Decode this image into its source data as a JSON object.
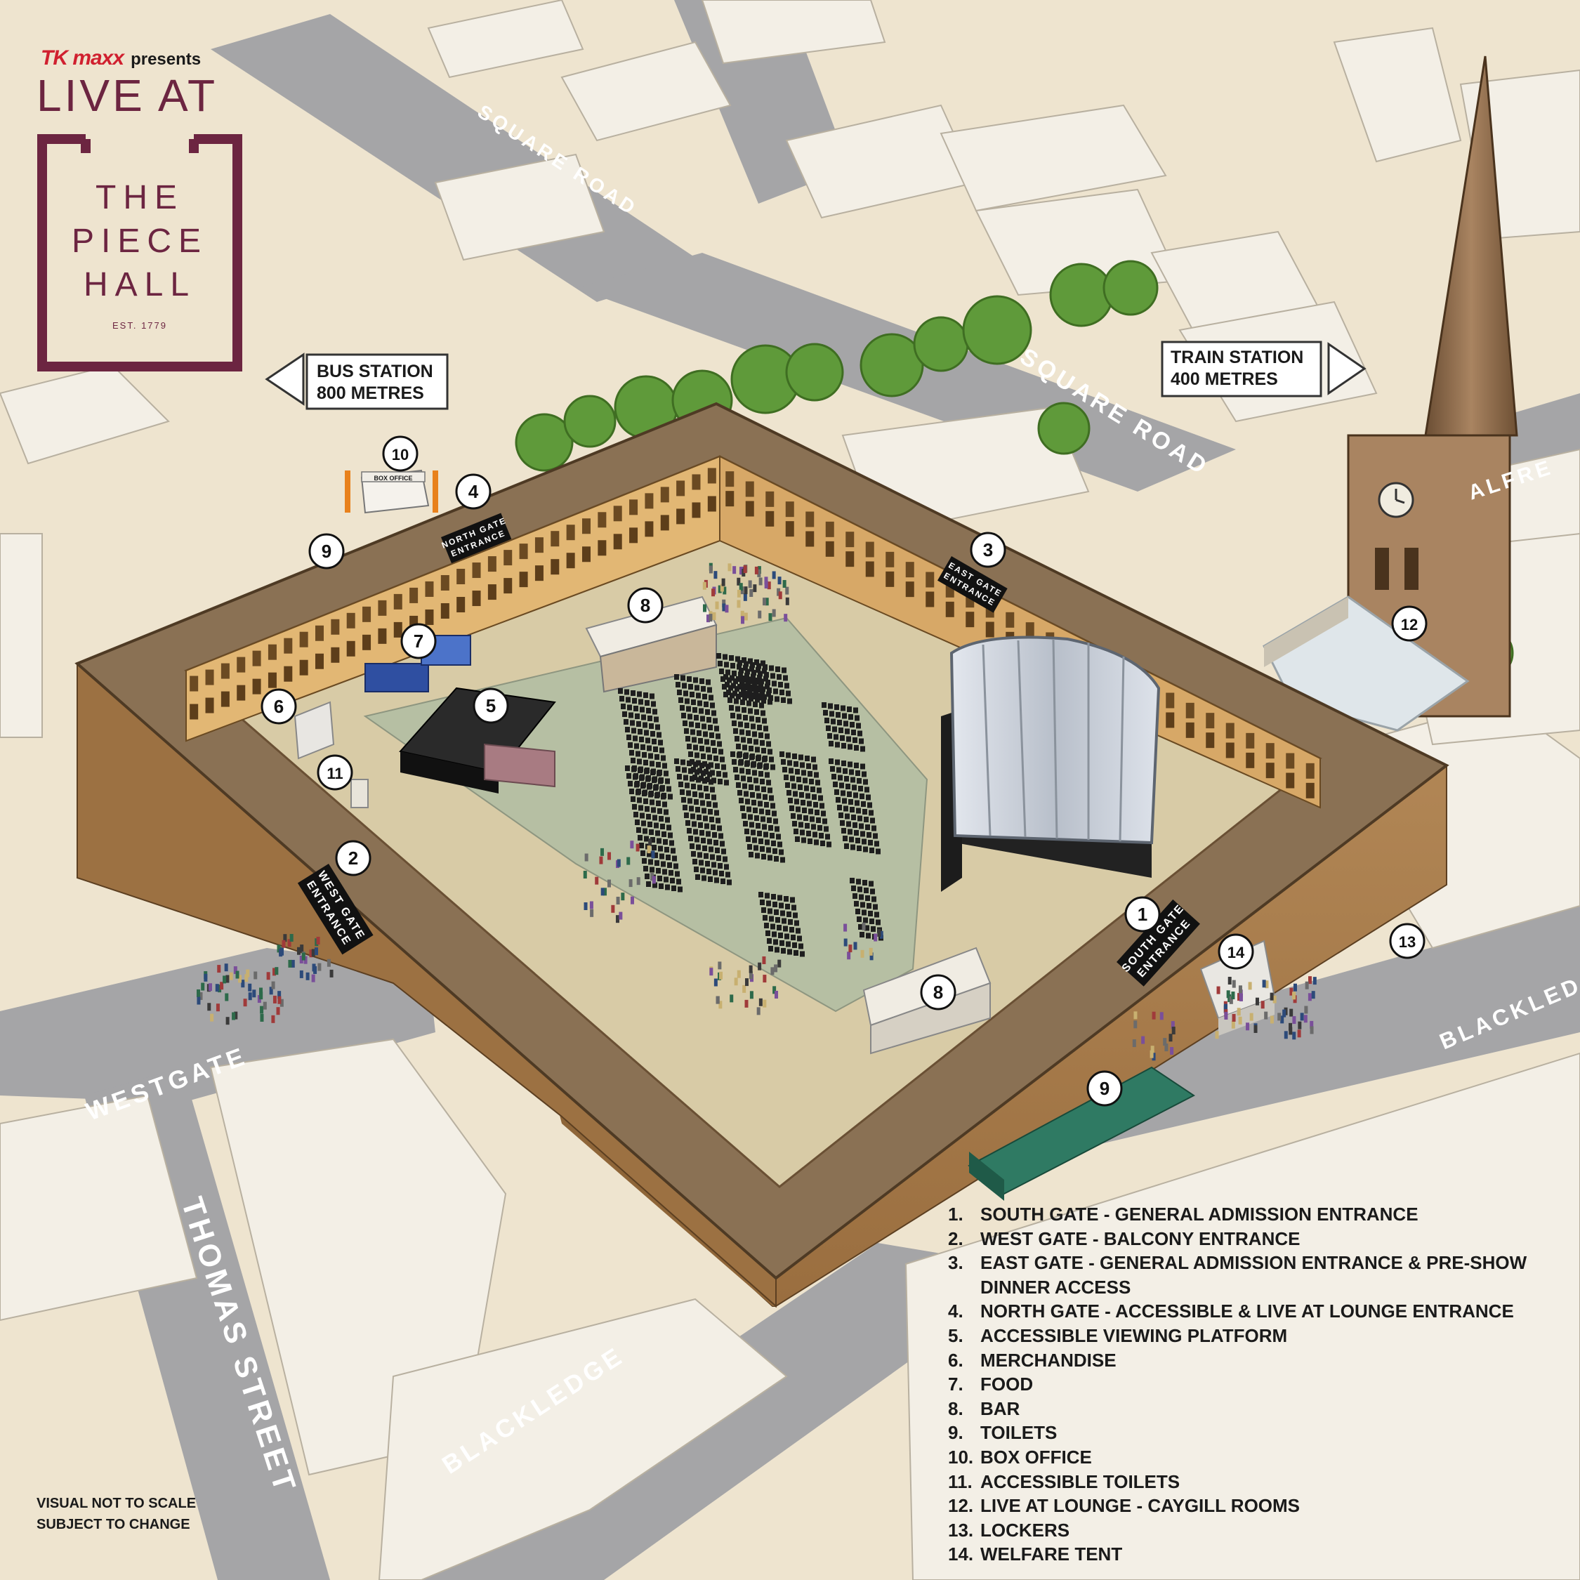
{
  "branding": {
    "sponsor": "TK maxx",
    "presents": "presents",
    "live_at": "LIVE AT",
    "title_line1": "THE",
    "title_line2": "PIECE",
    "title_line3": "HALL",
    "established": "EST. 1779",
    "brand_color": "#6c2541",
    "sponsor_color": "#d0202f"
  },
  "roads": {
    "square_road_top": "SQUARE ROAD",
    "square_road_right": "SQUARE ROAD",
    "alfred": "ALFRE",
    "westgate": "WESTGATE",
    "thomas_street": "THOMAS STREET",
    "blackledge_bottom": "BLACKLEDGE",
    "blackledge_right": "BLACKLED"
  },
  "directions": {
    "bus": {
      "line1": "BUS STATION",
      "line2": "800 METRES"
    },
    "train": {
      "line1": "TRAIN STATION",
      "line2": "400 METRES"
    }
  },
  "gate_signs": {
    "north": {
      "line1": "NORTH GATE",
      "line2": "ENTRANCE"
    },
    "east": {
      "line1": "EAST GATE",
      "line2": "ENTRANCE"
    },
    "west": {
      "line1": "WEST GATE",
      "line2": "ENTRANCE"
    },
    "south": {
      "line1": "SOUTH GATE",
      "line2": "ENTRANCE"
    },
    "box_office": "BOX OFFICE"
  },
  "markers": [
    "1",
    "2",
    "3",
    "4",
    "5",
    "6",
    "7",
    "8",
    "9",
    "10",
    "11",
    "12",
    "13",
    "14"
  ],
  "legend": [
    {
      "num": "1.",
      "text": "SOUTH GATE - GENERAL ADMISSION ENTRANCE"
    },
    {
      "num": "2.",
      "text": "WEST GATE - BALCONY ENTRANCE"
    },
    {
      "num": "3.",
      "text": "EAST GATE - GENERAL ADMISSION ENTRANCE & PRE-SHOW DINNER ACCESS"
    },
    {
      "num": "4.",
      "text": "NORTH GATE - ACCESSIBLE & LIVE AT LOUNGE ENTRANCE"
    },
    {
      "num": "5.",
      "text": "ACCESSIBLE VIEWING PLATFORM"
    },
    {
      "num": "6.",
      "text": "MERCHANDISE"
    },
    {
      "num": "7.",
      "text": "FOOD"
    },
    {
      "num": "8.",
      "text": "BAR"
    },
    {
      "num": "9.",
      "text": "TOILETS"
    },
    {
      "num": "10.",
      "text": "BOX OFFICE"
    },
    {
      "num": "11.",
      "text": "ACCESSIBLE TOILETS"
    },
    {
      "num": "12.",
      "text": "LIVE AT LOUNGE - CAYGILL ROOMS"
    },
    {
      "num": "13.",
      "text": "LOCKERS"
    },
    {
      "num": "14.",
      "text": "WELFARE TENT"
    }
  ],
  "disclaimer": {
    "line1": "VISUAL NOT TO SCALE",
    "line2": "SUBJECT TO CHANGE"
  },
  "colors": {
    "ground": "#eee4cf",
    "road": "#a5a5a7",
    "building_roof": "#f2eee4",
    "wall_top": "#8a7154",
    "courtyard": "#d8cba6",
    "grass": "#b6bfa3",
    "tree": "#5f9a3a"
  }
}
